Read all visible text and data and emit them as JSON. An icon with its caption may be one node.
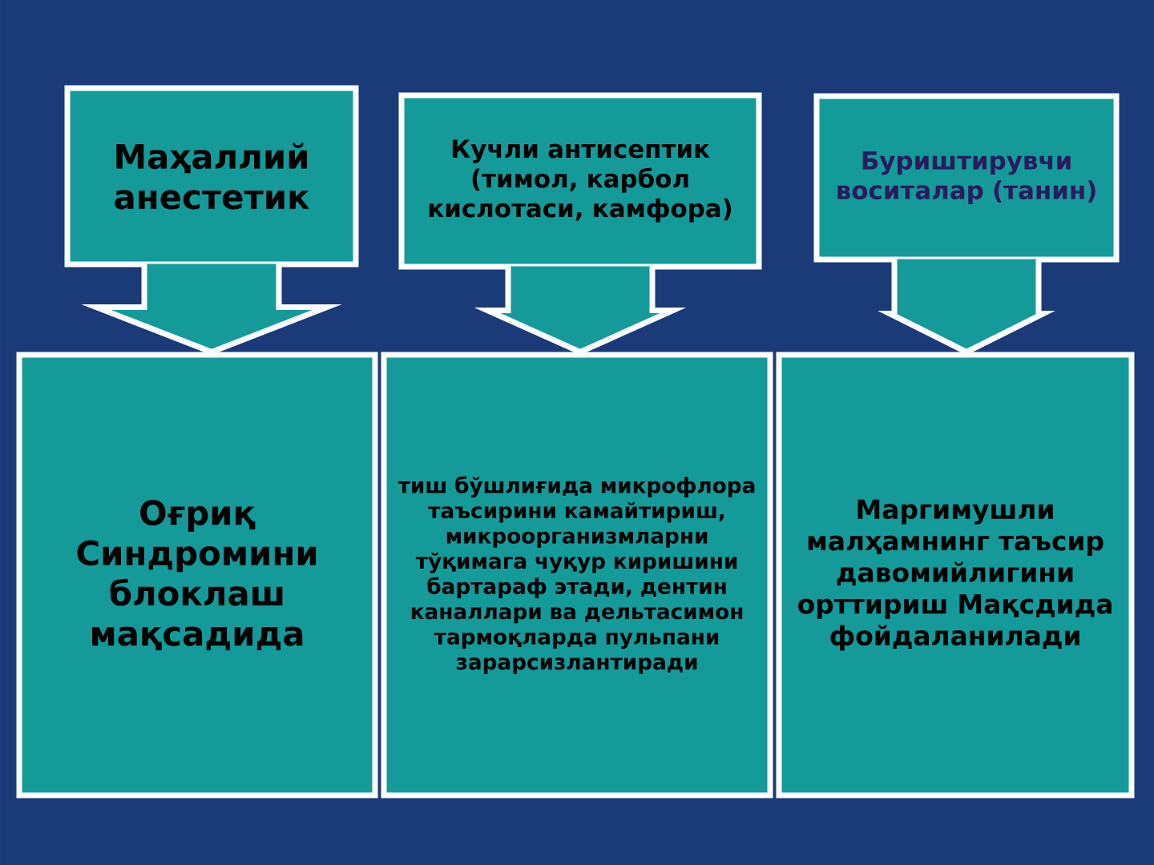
{
  "diagram": {
    "nodes": [
      {
        "text": [
          "Маҳаллий анестетик"
        ]
      },
      {
        "text": [
          "Кучли антисептик (тимол, карбол кислотаси, камфора)"
        ]
      },
      {
        "text": [
          "Буриштирувчи воситалар (танин)"
        ]
      },
      {
        "text": [
          "Оғриқ Синдромини блоклаш мақсадида"
        ]
      },
      {
        "text": [
          "тиш бўшлиғида микрофлора таъсирини камайтириш, микроорганизмларни тўқимага чуқур киришини бартараф этади, дентин каналлари ва дельтасимон тармоқларда пульпани зарарсизлантиради"
        ]
      },
      {
        "text": [
          "Маргимушли малҳамнинг таъсир давомийлигини орттириш Мақсдида фойдаланилади"
        ]
      }
    ],
    "edges": [
      {
        "from": 0,
        "to": 3,
        "arrow": "to"
      },
      {
        "from": 1,
        "to": 4,
        "arrow": "to"
      },
      {
        "from": 2,
        "to": 5,
        "arrow": "to"
      }
    ]
  }
}
